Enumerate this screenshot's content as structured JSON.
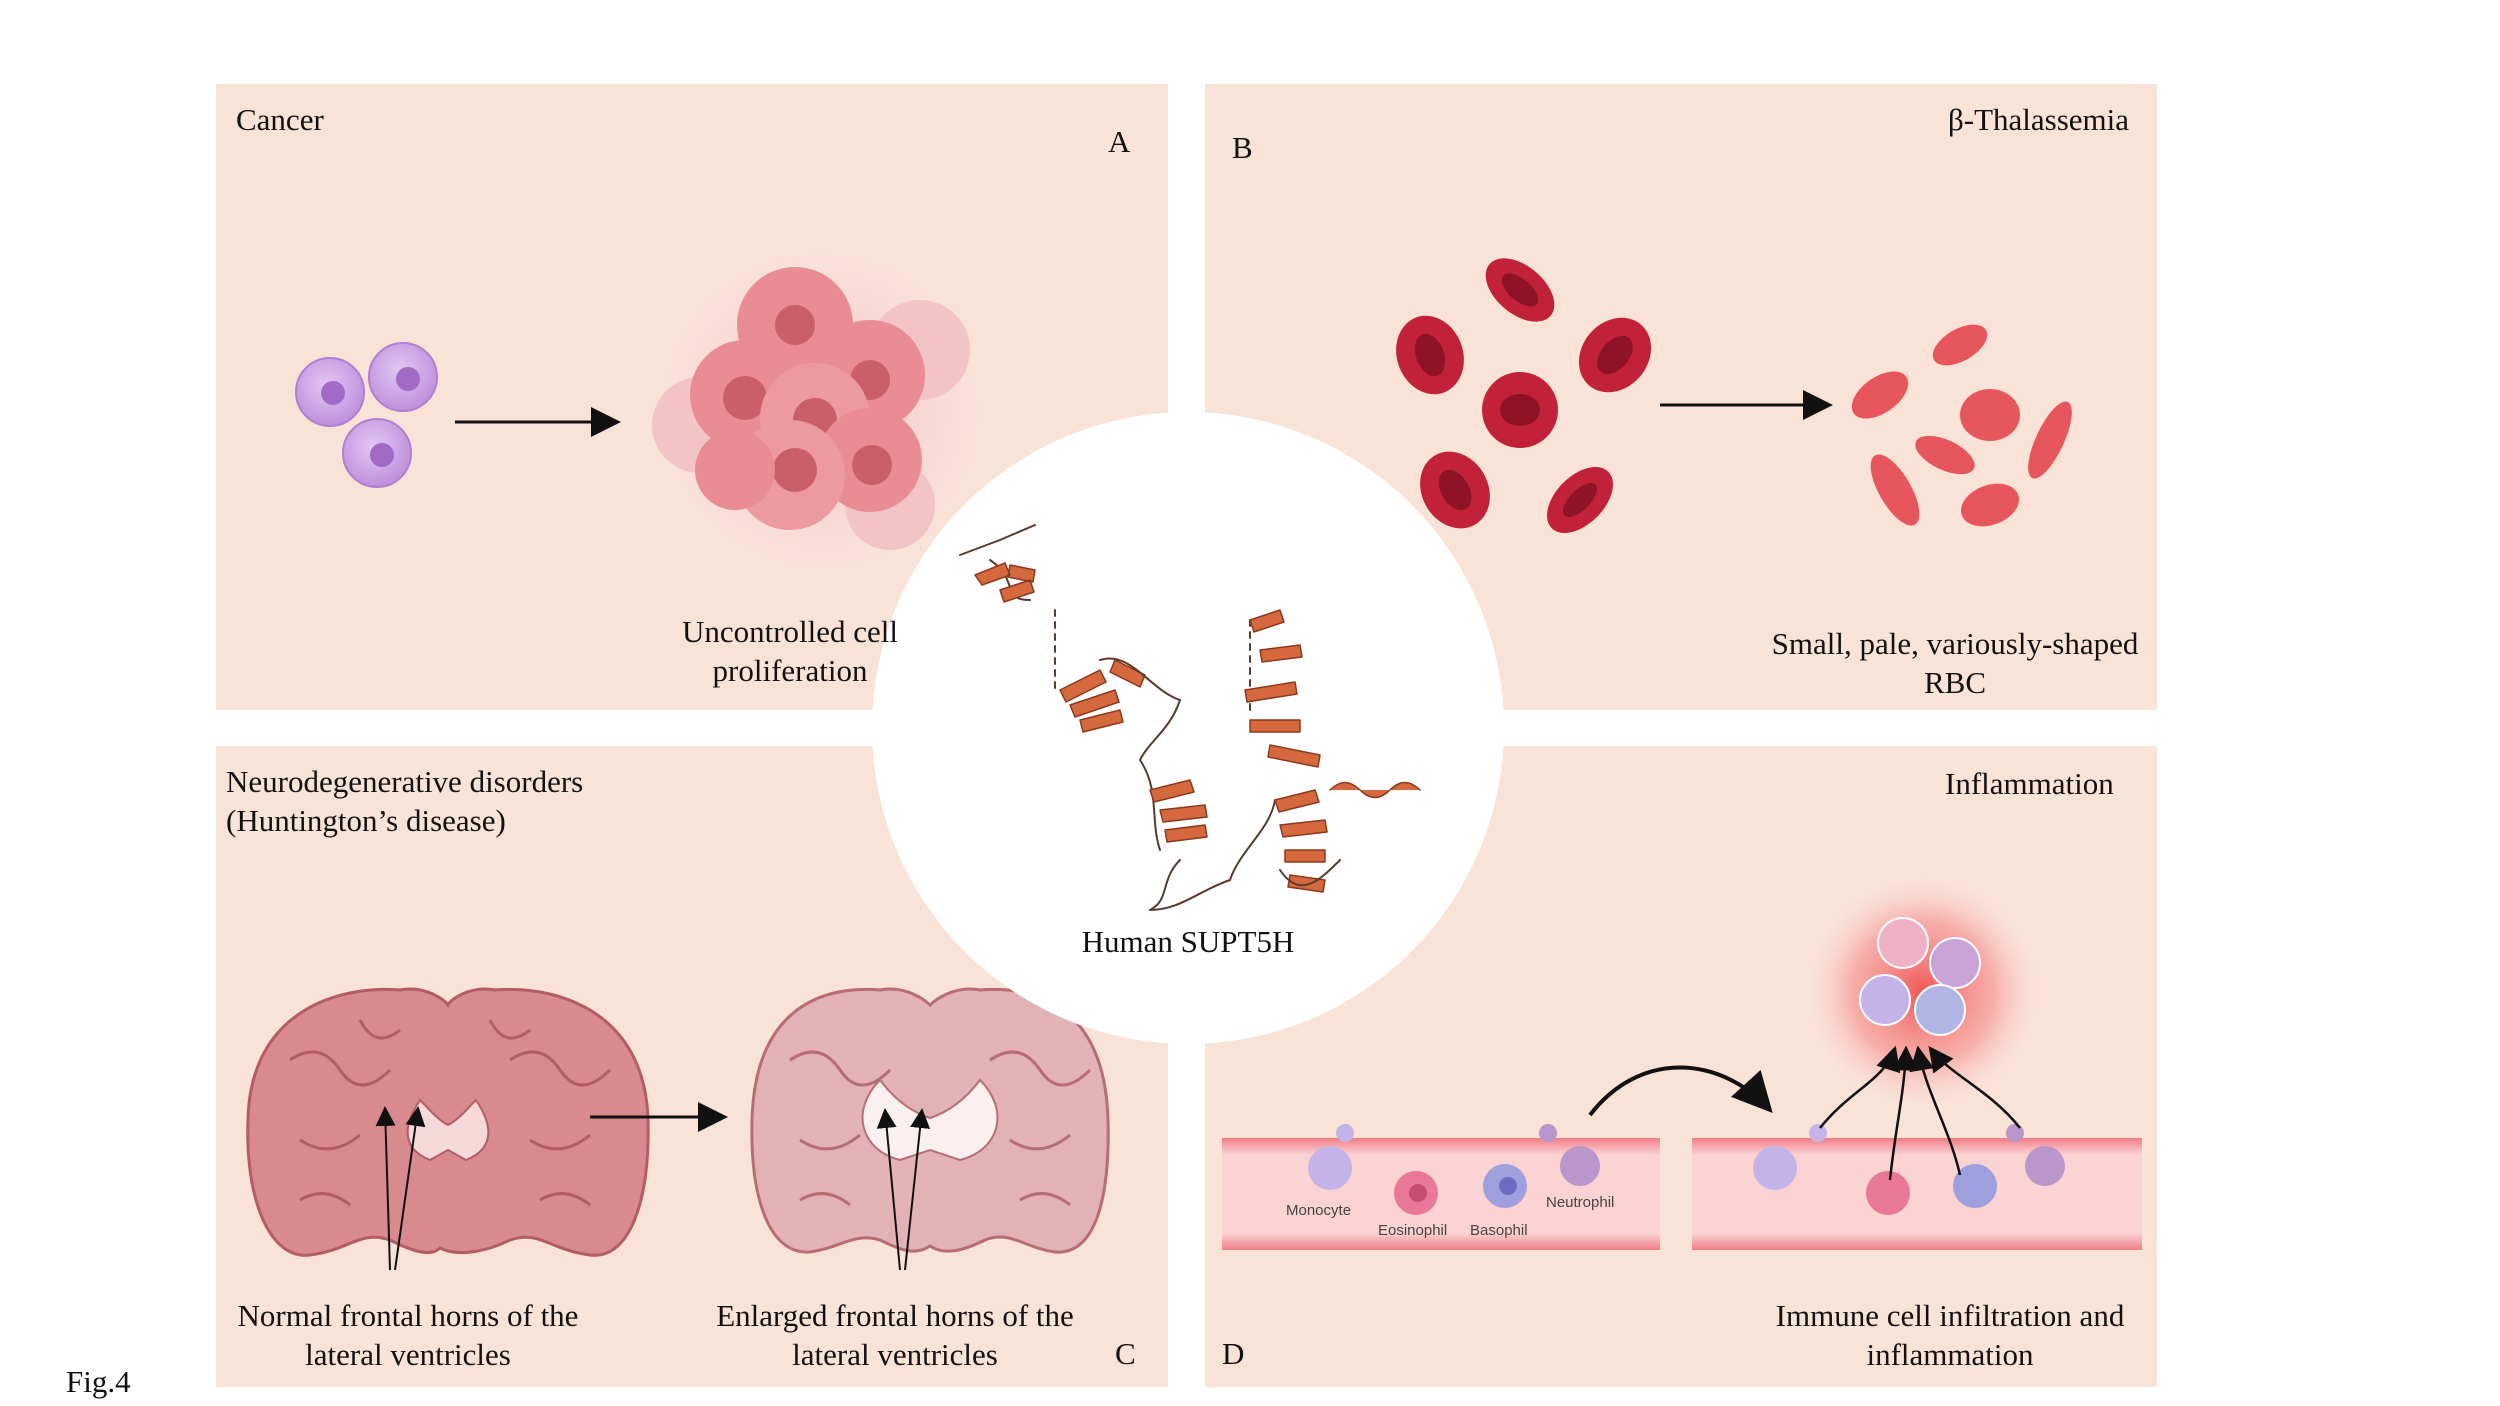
{
  "figure_label": "Fig.4",
  "panels": {
    "a": {
      "letter": "A",
      "title": "Cancer",
      "caption_lines": [
        "Uncontrolled cell",
        "proliferation"
      ]
    },
    "b": {
      "letter": "B",
      "title": "β-Thalassemia",
      "caption_lines": [
        "Small, pale, variously-shaped",
        "RBC"
      ]
    },
    "c": {
      "letter": "C",
      "title_lines": [
        "Neurodegenerative disorders",
        "(Huntington’s disease)"
      ],
      "left_caption_lines": [
        "Normal frontal horns of the",
        "lateral ventricles"
      ],
      "right_caption_lines": [
        "Enlarged frontal horns of the",
        "lateral ventricles"
      ]
    },
    "d": {
      "letter": "D",
      "title": "Inflammation",
      "cell_labels": [
        "Monocyte",
        "Eosinophil",
        "Basophil",
        "Neutrophil"
      ],
      "caption_lines": [
        "Immune cell infiltration and",
        "inflammation"
      ]
    }
  },
  "center": {
    "label": "Human SUPT5H"
  },
  "colors": {
    "panel_bg": "#f9e3d7",
    "rbc_normal": "#c2213a",
    "rbc_pale": "#e8565d",
    "protein": "#d5683d",
    "cell_purple": "#c79be0",
    "tumor_pink": "#e88e92",
    "brain": "#c97278"
  }
}
